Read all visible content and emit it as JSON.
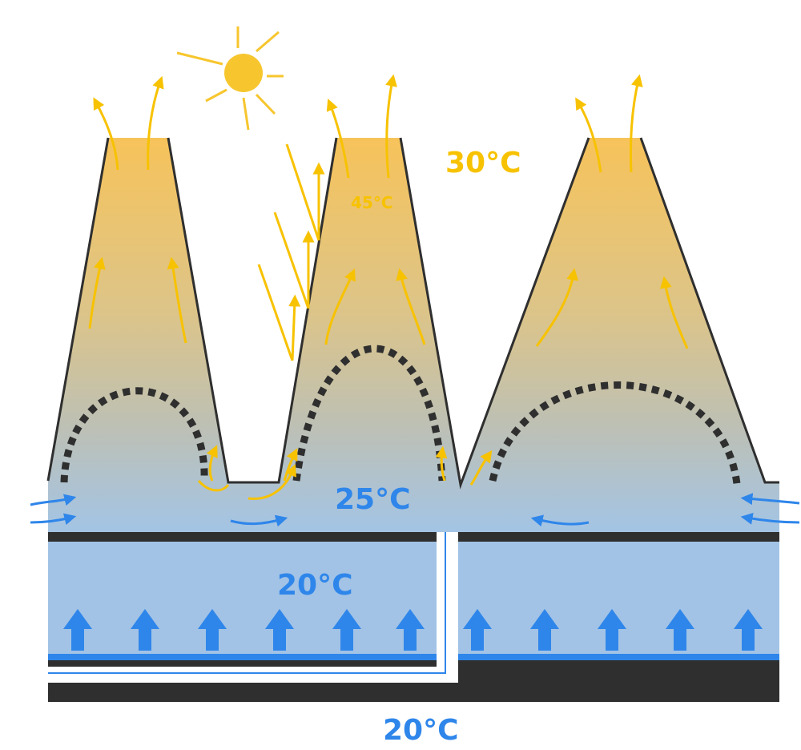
{
  "labels": {
    "top_temp": "30°C",
    "hot_spot_temp": "45°C",
    "mid_temp": "25°C",
    "floor_temp": "20°C",
    "ground_temp": "20°C"
  },
  "colors": {
    "warm": "#f7c35a",
    "cool": "#a4c4e4",
    "arrow_warm": "#f7c200",
    "arrow_cool": "#2f86ea",
    "outline": "#2f2f2f",
    "sun": "#f7c62e"
  },
  "icons": [
    "sun-icon",
    "up-arrow-icon",
    "curved-arrow-icon"
  ]
}
